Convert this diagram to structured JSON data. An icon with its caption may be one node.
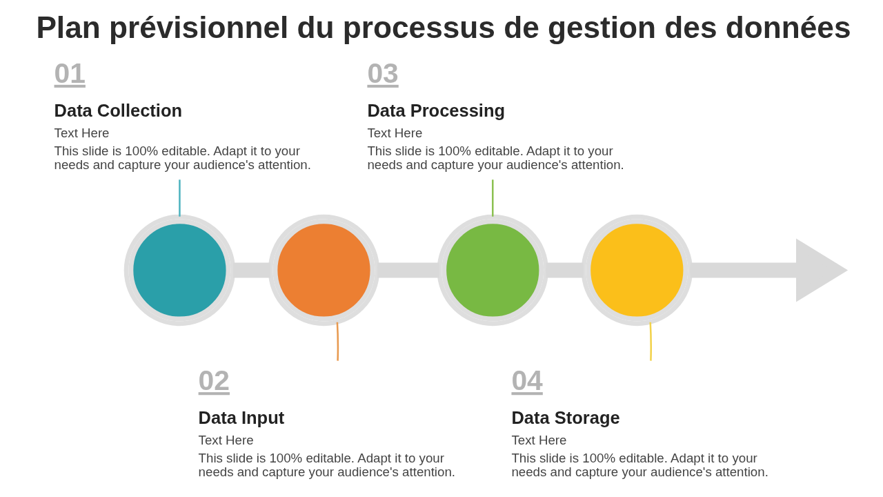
{
  "diagram": {
    "title": "Plan prévisionnel du processus de gestion des données",
    "nodes": [
      {
        "text": [
          "01",
          "Data Collection",
          "Text Here",
          "This slide is 100% editable. Adapt it to your needs and capture your audience's attention."
        ]
      },
      {
        "text": [
          "03",
          "Data Processing",
          "Text Here",
          "This slide is 100% editable. Adapt it to your needs and capture your audience's attention."
        ]
      },
      {
        "text": [],
        "shape": "circle"
      },
      {
        "text": [],
        "shape": "circle"
      },
      {
        "text": [],
        "shape": "circle"
      },
      {
        "text": [],
        "shape": "circle"
      },
      {
        "text": [
          "02",
          "Data Input",
          "Text Here",
          "This slide is 100% editable. Adapt it to your needs and capture your audience's attention."
        ]
      },
      {
        "text": [
          "04",
          "Data Storage",
          "Text Here",
          "This slide is 100% editable. Adapt it to your needs and capture your audience's attention."
        ]
      }
    ],
    "edges": [
      {
        "from": 2,
        "to": 3,
        "arrow": "none",
        "style": "thick",
        "color": "#d9d9d9"
      },
      {
        "from": 3,
        "to": 4,
        "arrow": "none",
        "style": "thick",
        "color": "#d9d9d9"
      },
      {
        "from": 4,
        "to": 5,
        "arrow": "none",
        "style": "thick",
        "color": "#d9d9d9"
      },
      {
        "from": 5,
        "to": null,
        "arrow": "to",
        "style": "thick",
        "color": "#d9d9d9"
      },
      {
        "from": 0,
        "to": 2,
        "arrow": "none",
        "color": "#4fb4c0"
      },
      {
        "from": 1,
        "to": 4,
        "arrow": "none",
        "color": "#8cc152"
      },
      {
        "from": 6,
        "to": 3,
        "arrow": "none",
        "color": "#e89a50"
      },
      {
        "from": 7,
        "to": 5,
        "arrow": "none",
        "color": "#f2d24b"
      }
    ]
  }
}
